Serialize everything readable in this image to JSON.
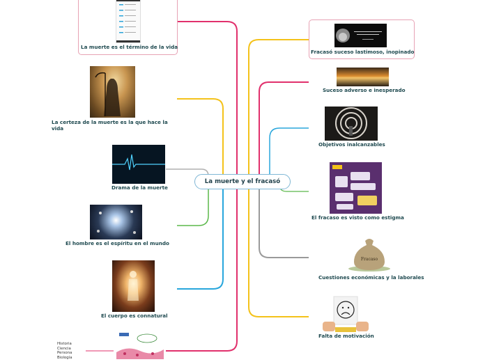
{
  "center": {
    "label": "La muerte y el fracasó"
  },
  "left": [
    {
      "label": "La muerte es el término de la vida",
      "color": "#e1306c"
    },
    {
      "label": "La certeza de la muerte es la que hace la vida",
      "color": "#f4c21a"
    },
    {
      "label": "Drama de la muerte",
      "color": "#b0b0b0"
    },
    {
      "label": "El hombre es el espíritu en el mundo",
      "color": "#5bb84a"
    },
    {
      "label": "El cuerpo es connatural",
      "color": "#28a6dc"
    },
    {
      "label": "",
      "color": "#e1306c",
      "list": [
        "Historia",
        "Ciencia",
        "Persona",
        "Biología"
      ]
    }
  ],
  "right": [
    {
      "label": "Fracasó suceso lastimoso, inopinado",
      "color": "#f4c21a"
    },
    {
      "label": "Suceso adverso e inesperado",
      "color": "#e1306c"
    },
    {
      "label": "Objetivos inalcanzables",
      "color": "#28a6dc"
    },
    {
      "label": "El fracaso es visto como estigma",
      "color": "#5bb84a"
    },
    {
      "label": "Cuestiones económicas y la laborales",
      "color": "#9a9a9a"
    },
    {
      "label": "Falta de motivación",
      "color": "#f4c21a"
    }
  ],
  "images": {
    "money_bag_text": "Fracaso"
  }
}
